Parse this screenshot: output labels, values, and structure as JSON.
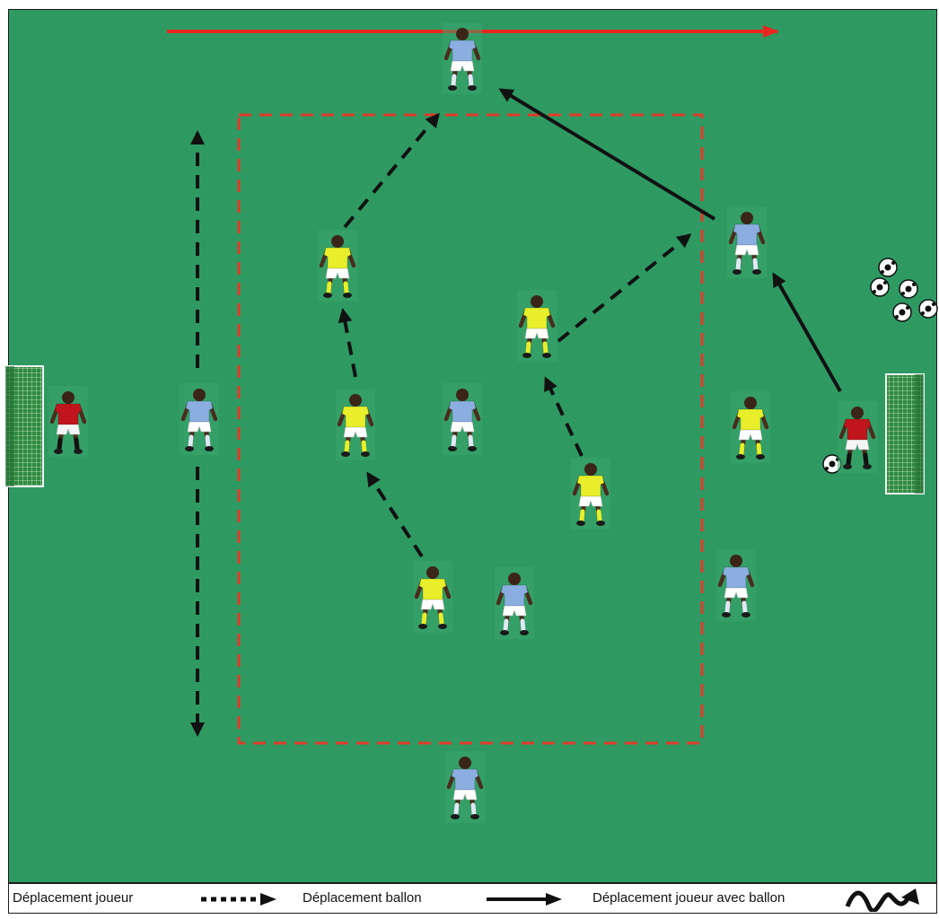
{
  "colors": {
    "field": "#2e9a62",
    "zone": "#e23a2b",
    "top_arrow": "#e8281f",
    "arrow": "#111111",
    "team_blue": "#8aaee0",
    "team_yellow": "#e8ef2a",
    "keeper": "#c0151d"
  },
  "legend": {
    "player_move_label": "Déplacement joueur",
    "ball_move_label": "Déplacement ballon",
    "dribble_label": "Déplacement joueur avec ballon"
  },
  "players": [
    {
      "team": "blue",
      "name": "player-blue-top"
    },
    {
      "team": "blue",
      "name": "player-blue-right-upper"
    },
    {
      "team": "blue",
      "name": "player-blue-left"
    },
    {
      "team": "blue",
      "name": "player-blue-center"
    },
    {
      "team": "blue",
      "name": "player-blue-bottom-center"
    },
    {
      "team": "blue",
      "name": "player-blue-right-lower"
    },
    {
      "team": "blue",
      "name": "player-blue-bottom"
    },
    {
      "team": "yellow",
      "name": "player-yellow-upper-left"
    },
    {
      "team": "yellow",
      "name": "player-yellow-upper-right"
    },
    {
      "team": "yellow",
      "name": "player-yellow-mid-left"
    },
    {
      "team": "yellow",
      "name": "player-yellow-mid-right"
    },
    {
      "team": "yellow",
      "name": "player-yellow-lower-left"
    },
    {
      "team": "yellow",
      "name": "player-yellow-right-outside"
    },
    {
      "team": "keeper",
      "name": "goalkeeper-left"
    },
    {
      "team": "keeper",
      "name": "goalkeeper-right"
    }
  ]
}
